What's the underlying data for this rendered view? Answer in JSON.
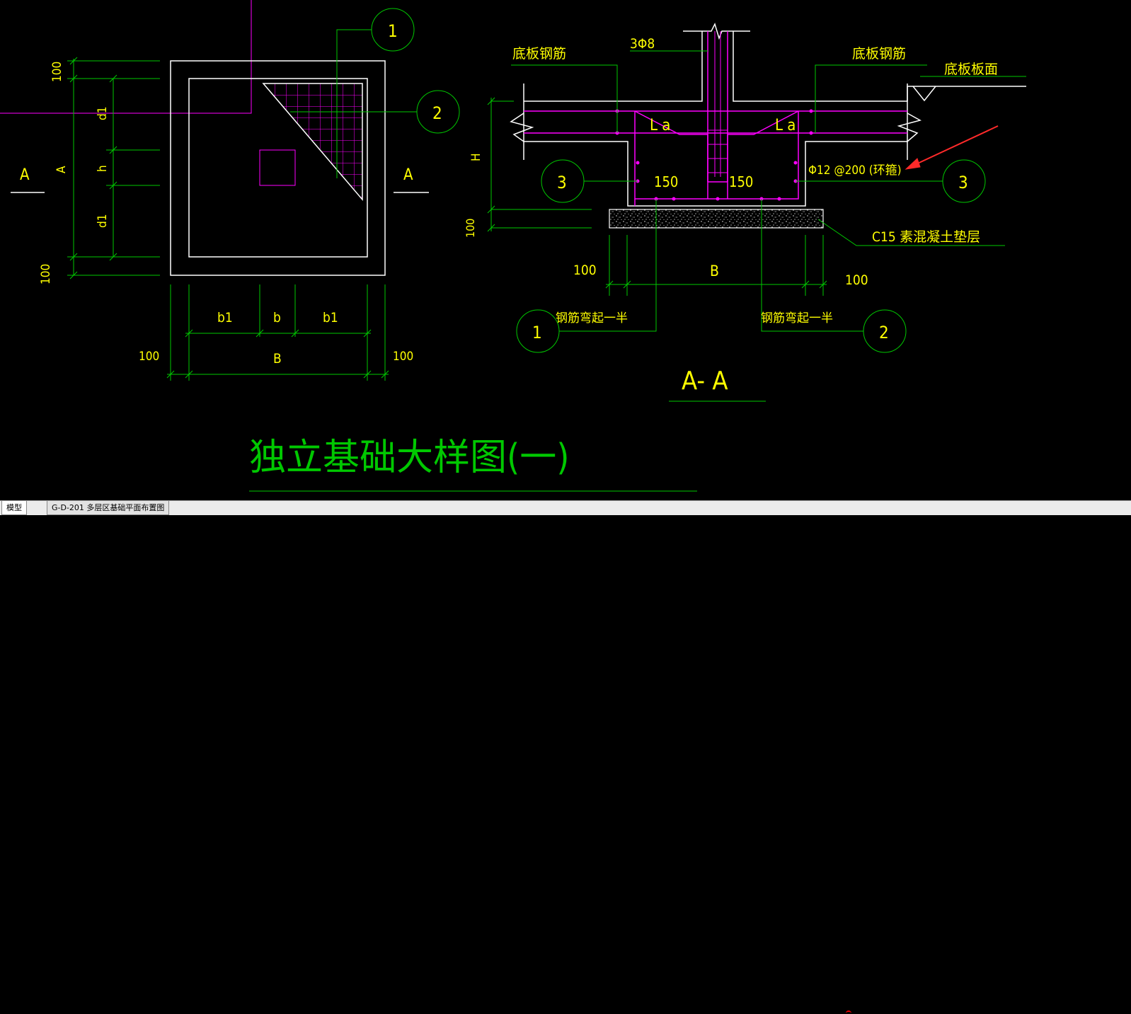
{
  "plan": {
    "dims_vertical": [
      "100",
      "d1",
      "h",
      "d1",
      "100"
    ],
    "dim_A": "A",
    "dims_horizontal": [
      "b1",
      "b",
      "b1"
    ],
    "dim_B": "B",
    "dim_100_left": "100",
    "dim_100_right": "100",
    "section_left": "A",
    "section_right": "A",
    "callout_1": "1",
    "callout_2": "2"
  },
  "section": {
    "label_bottom_rebar_left": "底板钢筋",
    "label_column_rebar": "3Φ8",
    "label_bottom_rebar_right": "底板钢筋",
    "label_slab_top": "底板板面",
    "la_left": "L a",
    "la_right": "L a",
    "dim_H": "H",
    "dim_150_left": "150",
    "dim_150_right": "150",
    "stirrup_note": "Φ12 @200 (环箍)",
    "callout_3_left": "3",
    "callout_3_right": "3",
    "dim_100_bed": "100",
    "bedding_note": "C15 素混凝土垫层",
    "dim_100_left": "100",
    "dim_B": "B",
    "dim_100_right": "100",
    "bend_note_left": "钢筋弯起一半",
    "bend_note_right": "钢筋弯起一半",
    "callout_1": "1",
    "callout_2": "2",
    "title": "A- A"
  },
  "drawing_title": "独立基础大样图(一)",
  "tabs": {
    "model": "模型",
    "layout": "G-D-201 多层区基础平面布置图"
  },
  "colors": {
    "background": "#000000",
    "dimension": "#00c800",
    "text": "#ffff00",
    "outline": "#ffffff",
    "rebar": "#ff00ff",
    "arrow": "#ff2a2a"
  }
}
